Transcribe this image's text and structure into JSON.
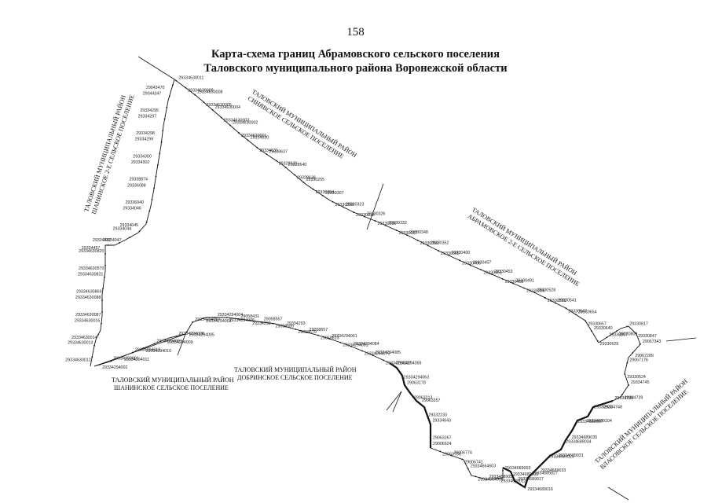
{
  "page_number": "158",
  "title_line1": "Карта-схема границ Абрамовского сельского поселения",
  "title_line2": "Таловского муниципального района Воронежской области",
  "regions": {
    "west_line1": "ТАЛОВСКИЙ МУНИЦИПАЛЬНЫЙ РАЙОН",
    "west_line2": "ШАНИНСКОЕ 2-Е СЕЛЬСКОЕ ПОСЕЛЕНИЕ",
    "north_line1": "ТАЛОВСКИЙ МУНИЦИПАЛЬНЫЙ РАЙОН",
    "north_line2": "СИНЯВСКОЕ СЕЛЬСКОЕ ПОСЕЛЕНИЕ",
    "east_line1": "ТАЛОВСКИЙ МУНИЦИПАЛЬНЫЙ РАЙОН",
    "east_line2": "АБРАМОВСКОЕ 2-Е СЕЛЬСКОЕ ПОСЕЛЕНИЕ",
    "southwest_line1": "ТАЛОВСКИЙ МУНИЦИПАЛЬНЫЙ РАЙОН",
    "southwest_line2": "ШАНИНСКОЕ СЕЛЬСКОЕ ПОСЕЛЕНИЕ",
    "south_line1": "ТАЛОВСКИЙ МУНИЦИПАЛЬНЫЙ РАЙОН",
    "south_line2": "ДОБРИНСКОЕ СЕЛЬСКОЕ ПОСЕЛЕНИЕ",
    "southeast_line1": "ТАЛОВСКИЙ МУНИЦИПАЛЬНЫЙ РАЙОН",
    "southeast_line2": "ВЛАСОВСКОЕ СЕЛЬСКОЕ ПОСЕЛЕНИЕ"
  },
  "points": [
    "29043470",
    "29044347",
    "29334295",
    "29334297",
    "29334298",
    "29334299",
    "29334300",
    "29334302",
    "29338874",
    "29336088",
    "29336940",
    "29334046",
    "29334045",
    "29334044",
    "29334047",
    "29334457",
    "29334457",
    "29334630820",
    "29334630570",
    "29334630821",
    "29334630869",
    "29334630088",
    "29334630087",
    "29334630016",
    "29334630014",
    "29334630013",
    "29334630012",
    "29334630011",
    "29334630009",
    "29334630008",
    "29334630005",
    "29334630004",
    "29334630003",
    "29334630002",
    "29334630001",
    "29334630",
    "29334631",
    "29328637",
    "29328639",
    "29328640",
    "29328638",
    "29330255",
    "29330394",
    "29330307",
    "29330308",
    "29330323",
    "29330318",
    "29330326",
    "29330336",
    "29330332",
    "29330337",
    "29330348",
    "29330350",
    "29330352",
    "29330365",
    "29330400",
    "29330406",
    "29330457",
    "29330451",
    "29330453",
    "29330408",
    "29330491",
    "29330396",
    "29330528",
    "29330531",
    "29330541",
    "29330547",
    "29330654",
    "29330657",
    "29330640",
    "29330629",
    "29330807",
    "29330809",
    "29330817",
    "29330847",
    "29067343",
    "29067289",
    "29067176",
    "29330624",
    "29334745",
    "29334739",
    "29334735",
    "29334748",
    "29330920",
    "29334689104",
    "29334689037",
    "29334689035",
    "29334689034",
    "29334689031",
    "29334689023",
    "29334689033",
    "29334689027",
    "29334689016",
    "29334689017",
    "29334689002",
    "29334689003",
    "29334689012",
    "29334689052",
    "29334664608",
    "29334664603",
    "29006741",
    "29006774",
    "29063756",
    "29006624",
    "29063267",
    "29334643",
    "29332233",
    "29063357",
    "29063213",
    "29063178",
    "29334294063",
    "29334294069",
    "29334294037",
    "29334294085",
    "29334294079",
    "29334294084",
    "29334294081",
    "29334294001",
    "29058613",
    "29058657",
    "29058679",
    "29334293",
    "29058589",
    "29058557",
    "29334292",
    "29058431",
    "29334294006",
    "29334294004",
    "29334294003",
    "29334294007",
    "29334294005",
    "29334294008",
    "29334294009",
    "29334294001",
    "29334294010",
    "29334294012",
    "29334294011",
    "29334293001",
    "29334294002"
  ]
}
